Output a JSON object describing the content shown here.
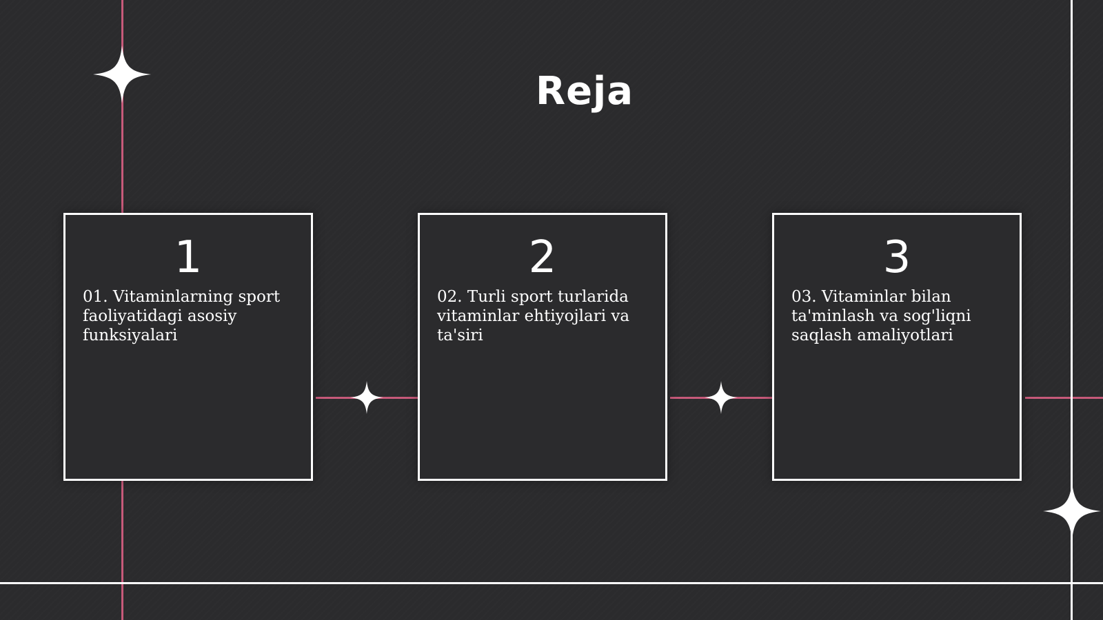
{
  "slide": {
    "title": "Reja",
    "cards": [
      {
        "number": "1",
        "text": "01. Vitaminlarning sport faoliyatidagi asosiy funksiyalari"
      },
      {
        "number": "2",
        "text": "02. Turli sport turlarida vitaminlar ehtiyojlari va ta'siri"
      },
      {
        "number": "3",
        "text": "03. Vitaminlar bilan ta'minlash va sog'liqni saqlash amaliyotlari"
      }
    ]
  },
  "colors": {
    "background": "#2b2b2d",
    "accent_line": "#c75a7a",
    "foreground": "#ffffff"
  },
  "icons": [
    "sparkle-star-icon"
  ]
}
